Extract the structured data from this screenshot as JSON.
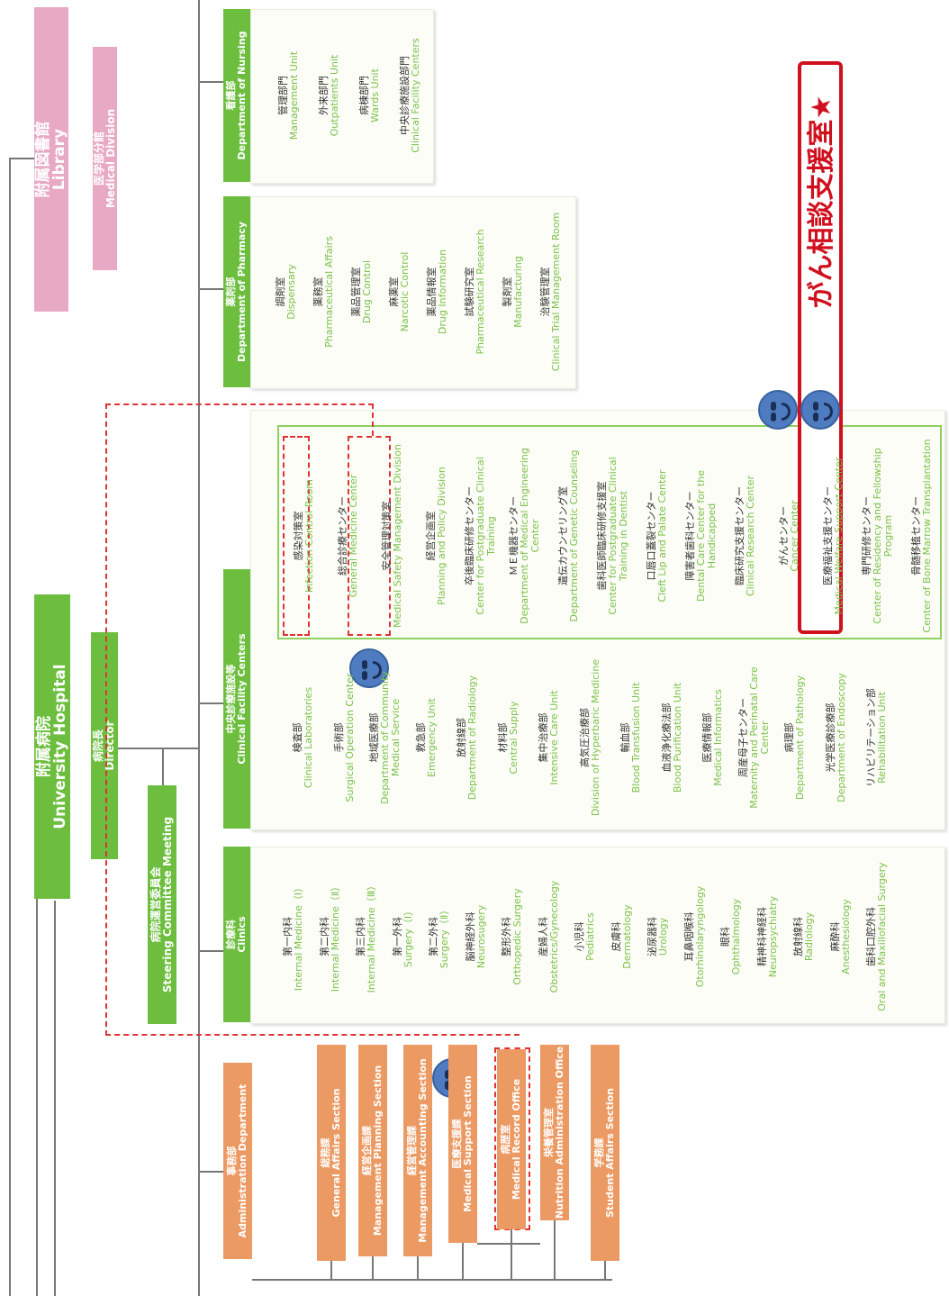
{
  "library": {
    "ja": "附属図書館",
    "en": "Library"
  },
  "medical_division": {
    "ja": "医学部分館",
    "en": "Medical Division"
  },
  "hospital": {
    "ja": "附属病院",
    "en": "University Hospital"
  },
  "director": {
    "ja": "病院長",
    "en": "Director"
  },
  "steering": {
    "ja": "病院運営委員会",
    "en": "Steering Committee Meeting"
  },
  "nursing": {
    "ja": "看護部",
    "en": "Department of Nursing",
    "items": [
      {
        "ja": "管理部門",
        "en": "Management Unit"
      },
      {
        "ja": "外来部門",
        "en": "Outpatients Unit"
      },
      {
        "ja": "病棟部門",
        "en": "Wards Unit"
      },
      {
        "ja": "中央診療施設部門",
        "en": "Clinical Facility Centers"
      }
    ]
  },
  "pharmacy": {
    "ja": "薬剤部",
    "en": "Department of Pharmacy",
    "items": [
      {
        "ja": "調剤室",
        "en": "Dispensary"
      },
      {
        "ja": "薬務室",
        "en": "Pharmaceutical Affairs"
      },
      {
        "ja": "薬品管理室",
        "en": "Drug Control"
      },
      {
        "ja": "麻薬室",
        "en": "Narcotic Control"
      },
      {
        "ja": "薬品情報室",
        "en": "Drug Information"
      },
      {
        "ja": "試験研究室",
        "en": "Pharmaceutical Research"
      },
      {
        "ja": "製剤室",
        "en": "Manufacturing"
      },
      {
        "ja": "治験管理室",
        "en": "Clinical Trial Management Room"
      }
    ]
  },
  "clinical_facility": {
    "ja": "中央診療施設等",
    "en": "Clinical Facility Centers",
    "col1": [
      {
        "ja": "検査部",
        "en": "Clinical Laboratories"
      },
      {
        "ja": "手術部",
        "en": "Surgical Operation Center"
      },
      {
        "ja": "地域医療部",
        "en": "Department of Community Medical Service"
      },
      {
        "ja": "救急部",
        "en": "Emergency Unit"
      },
      {
        "ja": "放射線部",
        "en": "Department of Radiology"
      },
      {
        "ja": "材料部",
        "en": "Central Supply"
      },
      {
        "ja": "集中治療部",
        "en": "Intensive Care Unit"
      },
      {
        "ja": "高気圧治療部",
        "en": "Division of Hyperbaric Medicine"
      },
      {
        "ja": "輸血部",
        "en": "Blood Transfusion Unit"
      },
      {
        "ja": "血液浄化療法部",
        "en": "Blood Purification Unit"
      },
      {
        "ja": "医療情報部",
        "en": "Medical Informatics"
      },
      {
        "ja": "周産母子センター",
        "en": "Maternity and Perinatal Care Center"
      },
      {
        "ja": "病理部",
        "en": "Department of Pathology"
      },
      {
        "ja": "光学医療診療部",
        "en": "Department of Endoscopy"
      },
      {
        "ja": "リハビリテーション部",
        "en": "Rehabilitation Unit"
      }
    ],
    "col2": [
      {
        "ja": "感染対策室",
        "en": "Infection Control Room"
      },
      {
        "ja": "総合診療センター",
        "en": "General Medicine Center"
      },
      {
        "ja": "安全管理対策室",
        "en": "Medical Safety Management Division"
      },
      {
        "ja": "経営企画室",
        "en": "Planning and Policy Division"
      },
      {
        "ja": "卒後臨床研修センター",
        "en": "Center for Postgraduate Clinical Training"
      },
      {
        "ja": "ＭＥ機器センター",
        "en": "Department of Medical Engineering Center"
      },
      {
        "ja": "遺伝カウンセリング室",
        "en": "Department of Genetic Counseling"
      },
      {
        "ja": "歯科医師臨床研修支援室",
        "en": "Center for Postgraduate Clinical Training in Dentist"
      },
      {
        "ja": "口唇口蓋裂センター",
        "en": "Cleft Lip and Palate Center"
      },
      {
        "ja": "障害者歯科センター",
        "en": "Dental Care Center for the Handicapped"
      },
      {
        "ja": "臨床研究支援センター",
        "en": "Clinical Research Center"
      },
      {
        "ja": "がんセンター",
        "en": "Cancer Center"
      },
      {
        "ja": "医療福祉支援センター",
        "en": "Medical Welfare Support Center"
      },
      {
        "ja": "専門研修センター",
        "en": "Center of Residency and Fellowship Program"
      },
      {
        "ja": "骨髄移植センター",
        "en": "Center of Bone Marrow Transplantation"
      }
    ]
  },
  "clinics": {
    "ja": "診療科",
    "en": "Clinics",
    "items": [
      {
        "ja": "第一内科",
        "en": "Internal Medicine（Ⅰ）"
      },
      {
        "ja": "第二内科",
        "en": "Internal Medicine（Ⅱ）"
      },
      {
        "ja": "第三内科",
        "en": "Internal Medicine（Ⅲ）"
      },
      {
        "ja": "第一外科",
        "en": "Surgery（Ⅰ）"
      },
      {
        "ja": "第二外科",
        "en": "Surgery（Ⅱ）"
      },
      {
        "ja": "脳神経外科",
        "en": "Neurosugery"
      },
      {
        "ja": "整形外科",
        "en": "Orthopedic Surgery"
      },
      {
        "ja": "産婦人科",
        "en": "Obstetrics/Gynecology"
      },
      {
        "ja": "小児科",
        "en": "Pediatrics"
      },
      {
        "ja": "皮膚科",
        "en": "Dermatology"
      },
      {
        "ja": "泌尿器科",
        "en": "Urology"
      },
      {
        "ja": "耳鼻咽喉科",
        "en": "Otorhinolaryngology"
      },
      {
        "ja": "眼科",
        "en": "Ophthalmology"
      },
      {
        "ja": "精神科神経科",
        "en": "Neuropsychiatry"
      },
      {
        "ja": "放射線科",
        "en": "Radiology"
      },
      {
        "ja": "麻酔科",
        "en": "Anesthesiology"
      },
      {
        "ja": "歯科口腔外科",
        "en": "Oral and Maxillofacial Surgery"
      }
    ]
  },
  "admin": {
    "ja": "事務部",
    "en": "Administration Department",
    "sections": [
      {
        "ja": "総務課",
        "en": "General Affairs Section"
      },
      {
        "ja": "経営企画課",
        "en": "Management Planning Section"
      },
      {
        "ja": "経営管理課",
        "en": "Management Accounting Section"
      },
      {
        "ja": "医療支援課",
        "en": "Medical Support Section"
      },
      {
        "ja": "病歴室",
        "en": "Medical Record Office"
      },
      {
        "ja": "栄養管理室",
        "en": "Nutrition Administration Office"
      },
      {
        "ja": "学務課",
        "en": "Student Affairs Section"
      }
    ]
  },
  "callout": "がん相談支援室★",
  "colors": {
    "pink": "#e7a9c4",
    "green": "#6dbe3f",
    "orange": "#ec9a64",
    "red": "#d0101e",
    "face": "#4f7cc1"
  }
}
